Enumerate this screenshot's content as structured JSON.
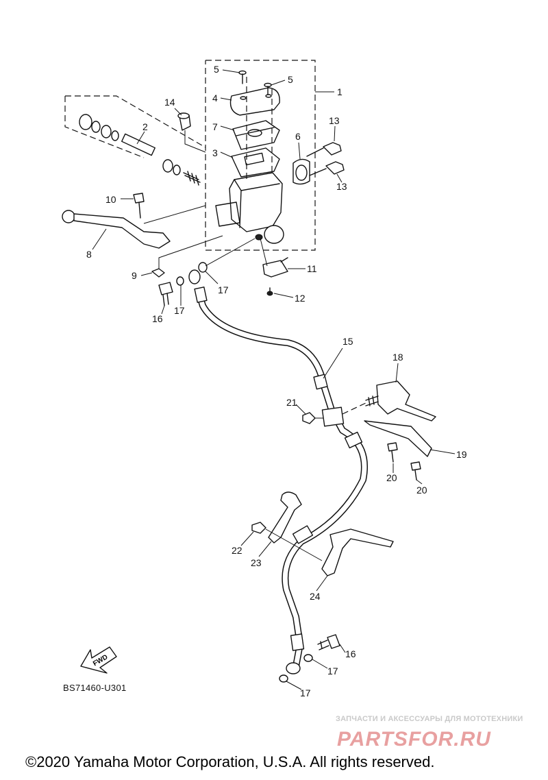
{
  "diagram": {
    "code": "BS71460-U301",
    "fwd_label": "FWD",
    "callouts": [
      "1",
      "2",
      "3",
      "4",
      "5",
      "5",
      "6",
      "7",
      "8",
      "9",
      "10",
      "11",
      "12",
      "13",
      "13",
      "14",
      "15",
      "16",
      "16",
      "17",
      "17",
      "17",
      "17",
      "18",
      "19",
      "20",
      "20",
      "21",
      "22",
      "23",
      "24"
    ]
  },
  "watermark": {
    "tagline": "ЗАПЧАСТИ И АКСЕССУАРЫ ДЛЯ МОТОТЕХНИКИ",
    "logo_text": "PARTSFOR.RU",
    "color": "#e8a0a0"
  },
  "footer": {
    "copyright": "©2020 Yamaha Motor Corporation, U.S.A. All rights reserved."
  }
}
